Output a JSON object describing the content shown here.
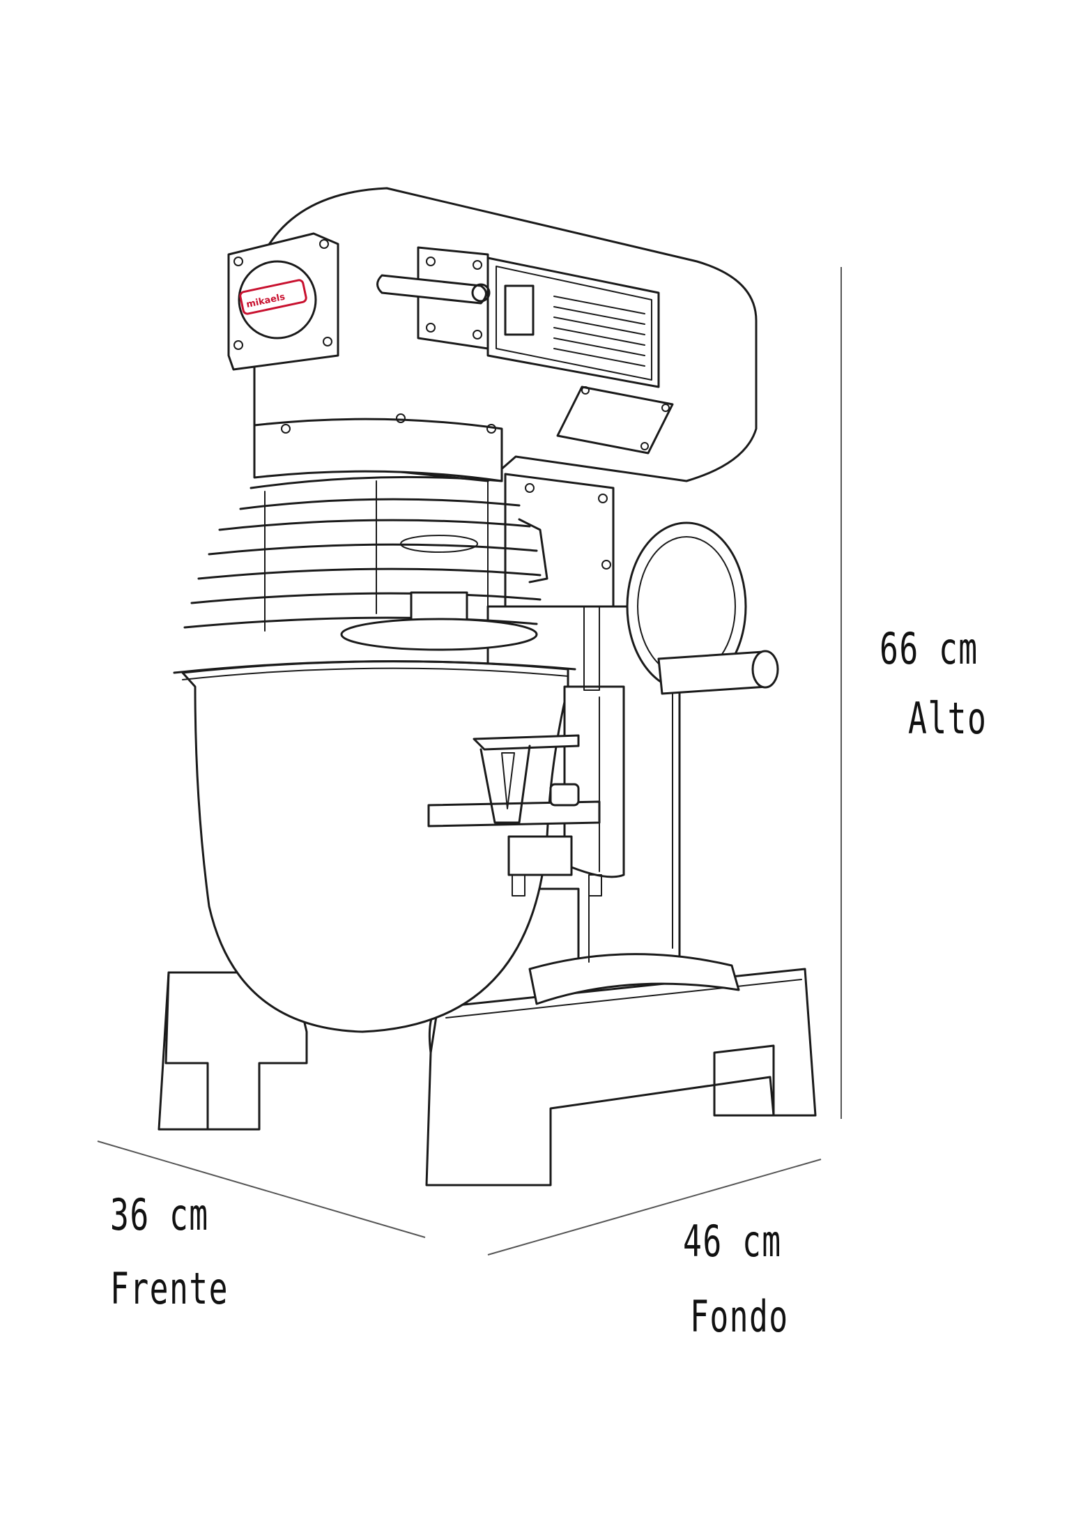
{
  "dimensions": {
    "height": {
      "value": "66 cm",
      "label": "Alto"
    },
    "width": {
      "value": "36 cm",
      "label": "Frente"
    },
    "depth": {
      "value": "46 cm",
      "label": "Fondo"
    }
  },
  "colors": {
    "line": "#1a1a1a",
    "dimension_line": "#555555",
    "brand_accent": "#c8102e",
    "background": "#ffffff"
  },
  "icons": {
    "product": "stand-mixer-line-drawing",
    "brand": "brand-logo-badge"
  }
}
